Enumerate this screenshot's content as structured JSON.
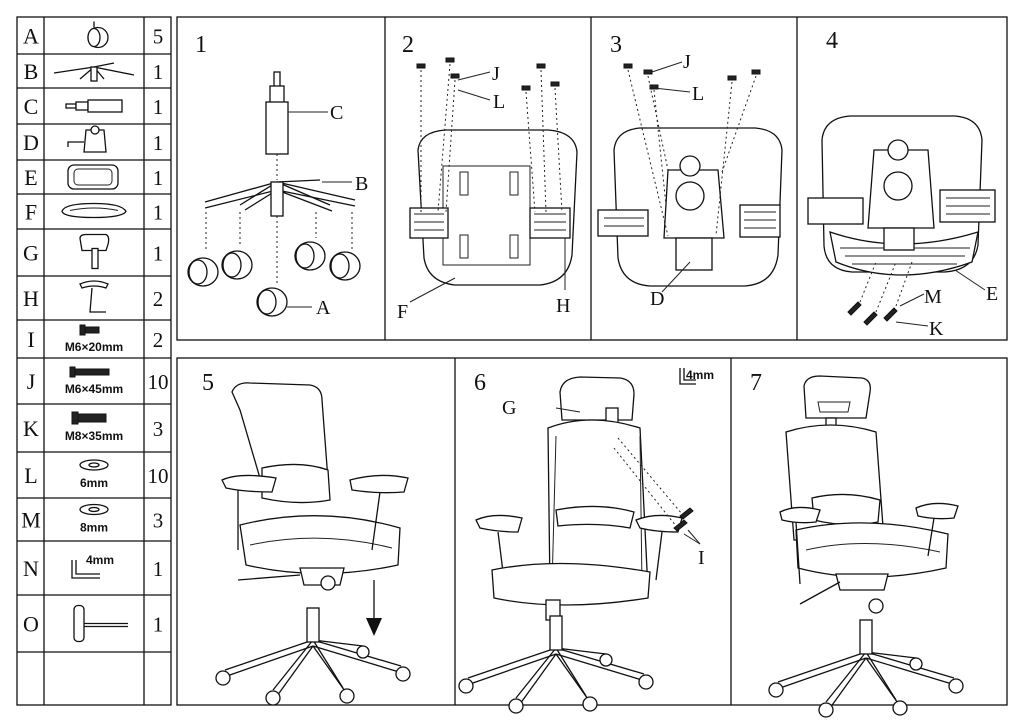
{
  "parts": [
    {
      "letter": "A",
      "qty": "5",
      "spec": "",
      "icon": "caster-icon"
    },
    {
      "letter": "B",
      "qty": "1",
      "spec": "",
      "icon": "base-icon"
    },
    {
      "letter": "C",
      "qty": "1",
      "spec": "",
      "icon": "gas-cylinder-icon"
    },
    {
      "letter": "D",
      "qty": "1",
      "spec": "",
      "icon": "mechanism-icon"
    },
    {
      "letter": "E",
      "qty": "1",
      "spec": "",
      "icon": "backrest-icon"
    },
    {
      "letter": "F",
      "qty": "1",
      "spec": "",
      "icon": "seat-icon"
    },
    {
      "letter": "G",
      "qty": "1",
      "spec": "",
      "icon": "headrest-icon"
    },
    {
      "letter": "H",
      "qty": "2",
      "spec": "",
      "icon": "armrest-icon"
    },
    {
      "letter": "I",
      "qty": "2",
      "spec": "M6×20mm",
      "icon": "short-bolt-icon"
    },
    {
      "letter": "J",
      "qty": "10",
      "spec": "M6×45mm",
      "icon": "long-bolt-icon"
    },
    {
      "letter": "K",
      "qty": "3",
      "spec": "M8×35mm",
      "icon": "m8-bolt-icon"
    },
    {
      "letter": "L",
      "qty": "10",
      "spec": "6mm",
      "icon": "washer-icon"
    },
    {
      "letter": "M",
      "qty": "3",
      "spec": "8mm",
      "icon": "washer-icon"
    },
    {
      "letter": "N",
      "qty": "1",
      "spec": "4mm",
      "icon": "allen-key-icon"
    },
    {
      "letter": "O",
      "qty": "1",
      "spec": "",
      "icon": "t-wrench-icon"
    }
  ],
  "steps": [
    {
      "number": "1",
      "callouts": [
        "C",
        "B",
        "A"
      ]
    },
    {
      "number": "2",
      "callouts": [
        "J",
        "L",
        "F",
        "H"
      ]
    },
    {
      "number": "3",
      "callouts": [
        "J",
        "L",
        "D"
      ]
    },
    {
      "number": "4",
      "callouts": [
        "M",
        "E",
        "K"
      ]
    },
    {
      "number": "5",
      "callouts": []
    },
    {
      "number": "6",
      "callouts": [
        "G",
        "I"
      ],
      "tool": "4mm"
    },
    {
      "number": "7",
      "callouts": []
    }
  ]
}
